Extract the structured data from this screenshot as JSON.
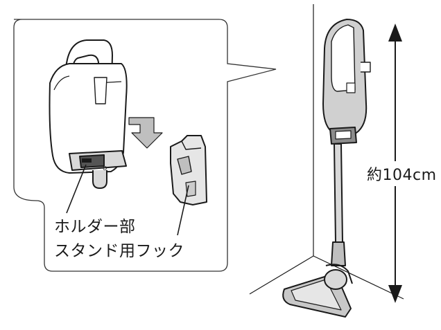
{
  "labels": {
    "holder": "ホルダー部",
    "hook": "スタンド用フック",
    "height": "約104cm"
  },
  "colors": {
    "line": "#1a1a1a",
    "body": "#d9d9d9",
    "body_dark": "#8c8c8c",
    "detail": "#4d4d4d",
    "arrow": "#bfbfbf",
    "callout_border": "#333333"
  },
  "icons": [
    "down-arrow-icon",
    "double-headed-arrow-icon"
  ]
}
